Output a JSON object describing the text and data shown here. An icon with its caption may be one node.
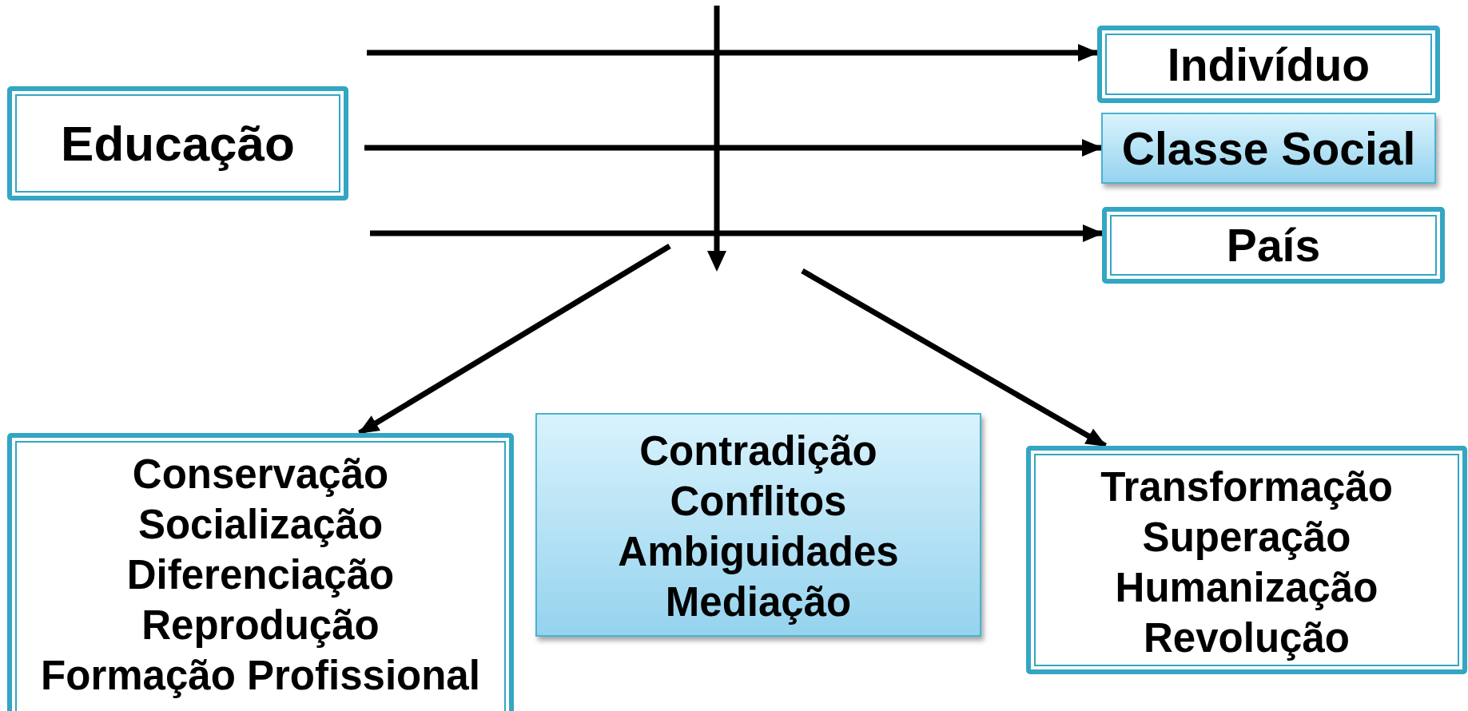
{
  "diagram": {
    "nodes": [
      {
        "text": [
          "Educação"
        ]
      },
      {
        "text": [
          "Indivíduo"
        ]
      },
      {
        "text": [
          "Classe Social"
        ]
      },
      {
        "text": [
          "País"
        ]
      },
      {
        "text": [
          "Conservação",
          "Socialização",
          "Diferenciação",
          "Reprodução",
          "Formação Profissional"
        ]
      },
      {
        "text": [
          "Contradição",
          "Conflitos",
          "Ambiguidades",
          "Mediação"
        ]
      },
      {
        "text": [
          "Transformação",
          "Superação",
          "Humanização",
          "Revolução"
        ]
      }
    ],
    "edges": [
      {
        "from": null,
        "to": 1,
        "arrow": "to"
      },
      {
        "from": 0,
        "to": 2,
        "arrow": "to"
      },
      {
        "from": null,
        "to": 3,
        "arrow": "to"
      },
      {
        "from": null,
        "to": 4,
        "arrow": "to"
      },
      {
        "from": null,
        "to": 6,
        "arrow": "to"
      }
    ]
  }
}
